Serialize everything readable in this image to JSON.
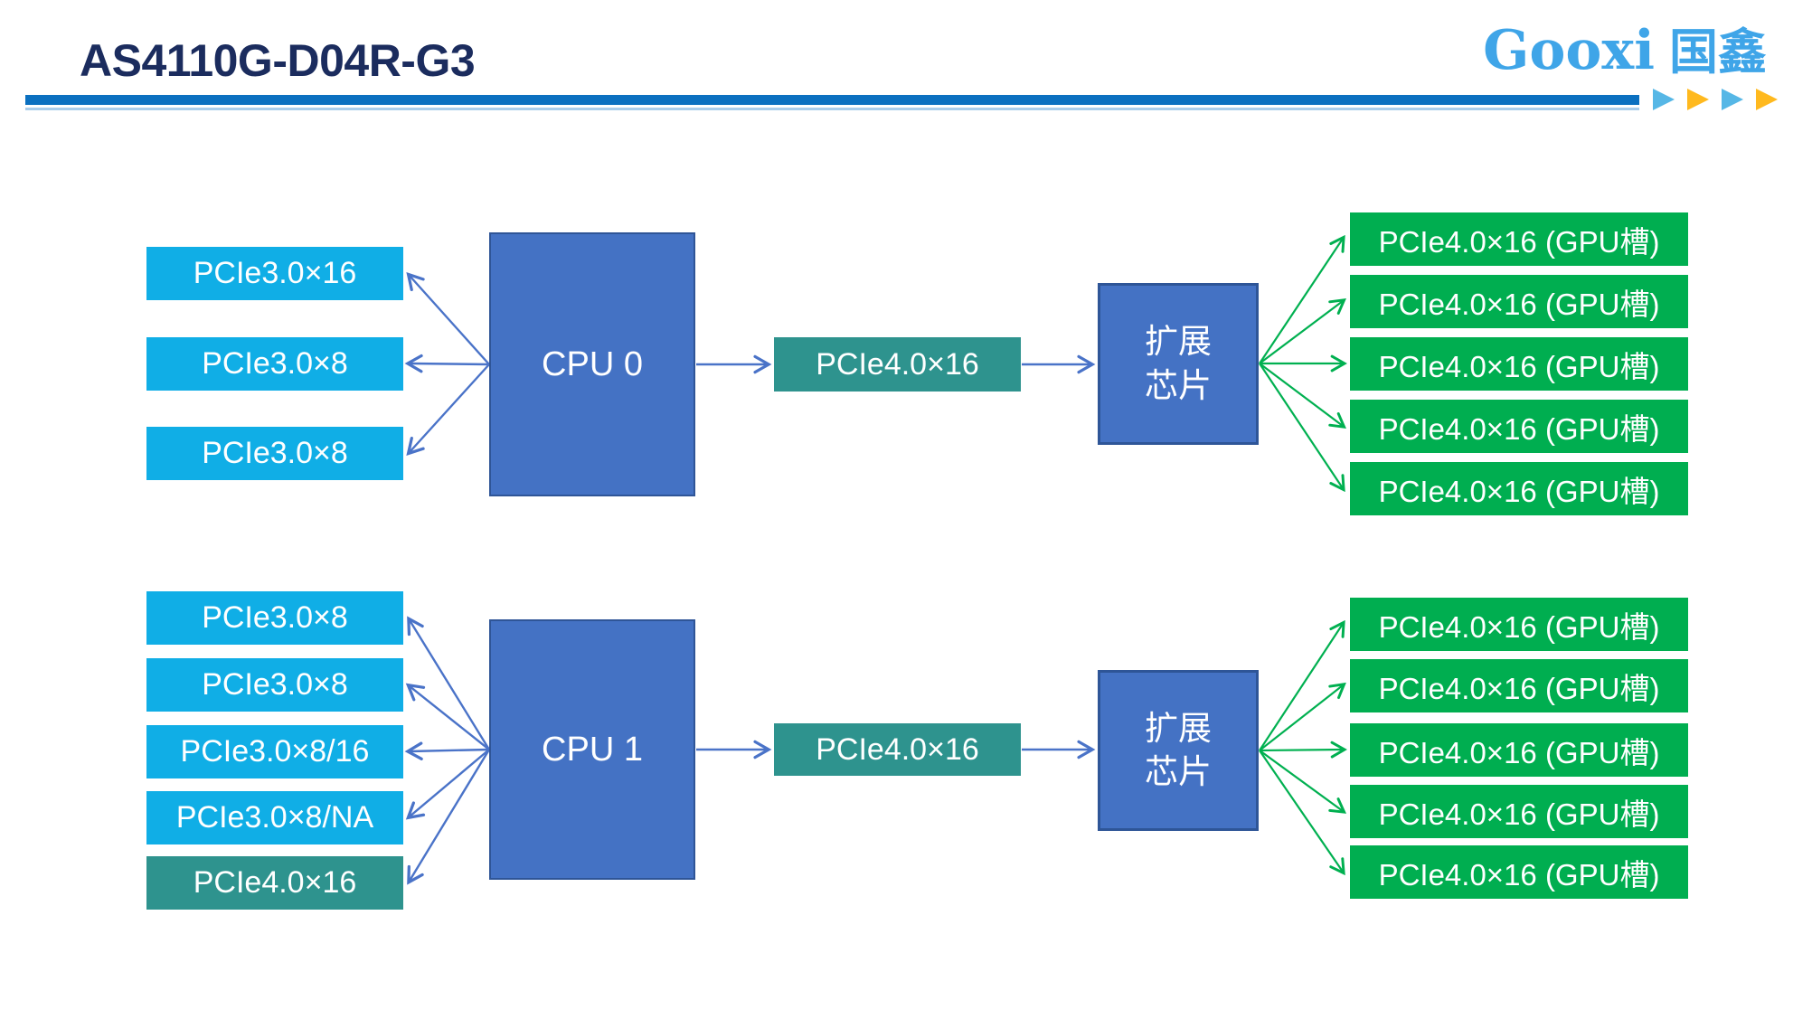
{
  "slide": {
    "title": "AS4110G-D04R-G3",
    "brand": {
      "latin": "Gooxi",
      "cjk": "国鑫"
    }
  },
  "colors": {
    "title_navy": "#1B2C5E",
    "header_rule_blue": "#0B70C0",
    "header_rule_light": "#A9CDEB",
    "logo_blue": "#3FA5E8",
    "triangle_blue": "#56B7E6",
    "triangle_orange": "#FFB91E",
    "slot_cyan": "#10AEE6",
    "cpu_blue": "#4472C4",
    "cpu_border": "#2F5597",
    "link_teal": "#2E938E",
    "gpu_green": "#00AE50",
    "arrow_blue": "#4A73C8",
    "arrow_green": "#00B050"
  },
  "triangle_icons": [
    "blue",
    "orange",
    "blue",
    "orange"
  ],
  "diagrams": [
    {
      "cpu_label": "CPU 0",
      "left_slots": [
        {
          "label": "PCIe3.0×16"
        },
        {
          "label": "PCIe3.0×8"
        },
        {
          "label": "PCIe3.0×8"
        }
      ],
      "uplink_label": "PCIe4.0×16",
      "expander": {
        "line1": "扩展",
        "line2": "芯片"
      },
      "gpu_slots": [
        "PCIe4.0×16 (GPU槽)",
        "PCIe4.0×16 (GPU槽)",
        "PCIe4.0×16 (GPU槽)",
        "PCIe4.0×16 (GPU槽)",
        "PCIe4.0×16 (GPU槽)"
      ]
    },
    {
      "cpu_label": "CPU 1",
      "left_slots": [
        {
          "label": "PCIe3.0×8"
        },
        {
          "label": "PCIe3.0×8"
        },
        {
          "label": "PCIe3.0×8/16"
        },
        {
          "label": "PCIe3.0×8/NA"
        },
        {
          "label": "PCIe4.0×16"
        }
      ],
      "uplink_label": "PCIe4.0×16",
      "expander": {
        "line1": "扩展",
        "line2": "芯片"
      },
      "gpu_slots": [
        "PCIe4.0×16 (GPU槽)",
        "PCIe4.0×16 (GPU槽)",
        "PCIe4.0×16 (GPU槽)",
        "PCIe4.0×16 (GPU槽)",
        "PCIe4.0×16 (GPU槽)"
      ]
    }
  ]
}
